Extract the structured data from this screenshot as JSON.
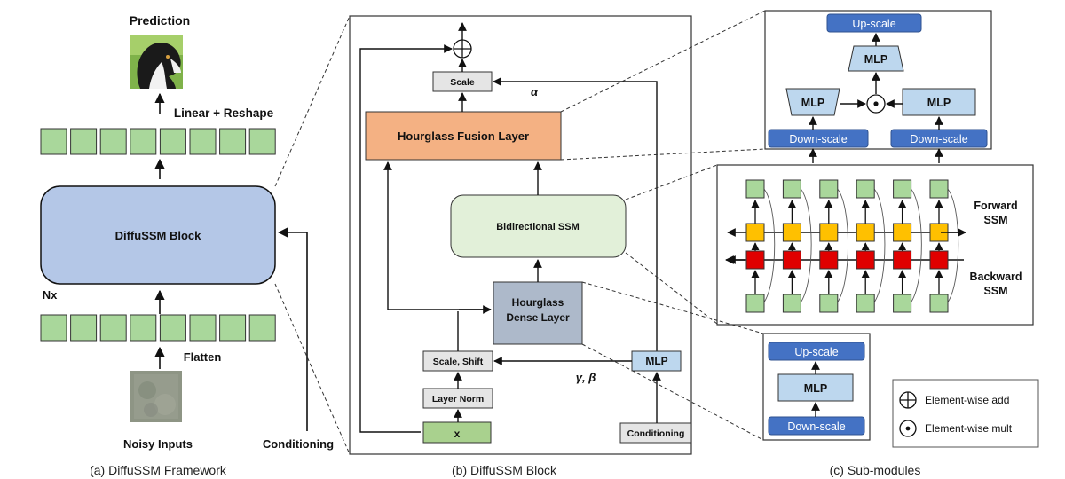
{
  "panel_a": {
    "prediction_label": "Prediction",
    "linear_reshape_label": "Linear + Reshape",
    "block_label": "DiffuSSM Block",
    "nx_label": "Nx",
    "flatten_label": "Flatten",
    "noisy_inputs_label": "Noisy Inputs",
    "conditioning_label": "Conditioning",
    "caption": "(a) DiffuSSM Framework"
  },
  "panel_b": {
    "scale_label": "Scale",
    "alpha_label": "α",
    "fusion_label": "Hourglass Fusion Layer",
    "bissm_label": "Bidirectional SSM",
    "dense_line1": "Hourglass",
    "dense_line2": "Dense Layer",
    "scale_shift_label": "Scale, Shift",
    "mlp_label": "MLP",
    "gamma_beta_label": "γ, β",
    "layer_norm_label": "Layer Norm",
    "x_label": "x",
    "conditioning_label": "Conditioning",
    "caption": "(b) DiffuSSM Block"
  },
  "panel_c": {
    "upscale_label": "Up-scale",
    "mlp_label": "MLP",
    "downscale_label": "Down-scale",
    "forward_ssm_line1": "Forward",
    "forward_ssm_line2": "SSM",
    "backward_ssm_line1": "Backward",
    "backward_ssm_line2": "SSM",
    "caption": "(c) Sub-modules"
  },
  "legend": {
    "add_label": "Element-wise add",
    "mult_label": "Element-wise mult"
  },
  "colors": {
    "token_green": "#a9d79b",
    "block_blue": "#b4c7e7",
    "fusion_orange": "#f4b183",
    "ssm_green": "#e2f0d9",
    "dense_gray": "#adb9ca",
    "scale_gray": "#e5e5e5",
    "x_green": "#a9d18e",
    "scale_blue": "#4472c4",
    "mlp_lightblue": "#bdd7ee",
    "forward_yellow": "#ffc000",
    "backward_red": "#e00000"
  },
  "token_count": 8,
  "ssm_column_count": 6
}
